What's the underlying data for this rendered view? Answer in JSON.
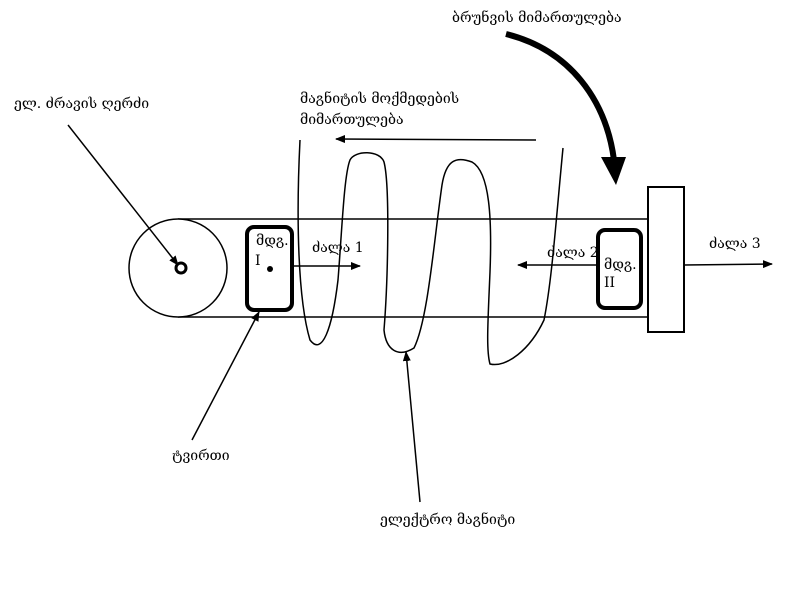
{
  "labels": {
    "motor_axis": "ელ. ძრავის ღერძი",
    "rotation_direction": "ბრუნვის მიმართულება",
    "magnet_action_line1": "მაგნიტის მოქმედების",
    "magnet_action_line2": "მიმართულება",
    "load": "ტვირთი",
    "electromagnet": "ელექტრო მაგნიტი",
    "force_1": "ძალა 1",
    "force_2": "ძალა 2",
    "force_3": "ძალა 3",
    "position_1_prefix": "მდგ.",
    "position_1_numeral": "I",
    "position_2_prefix": "მდგ.",
    "position_2_numeral": "II"
  },
  "colors": {
    "ink": "#000000",
    "background": "#ffffff"
  }
}
